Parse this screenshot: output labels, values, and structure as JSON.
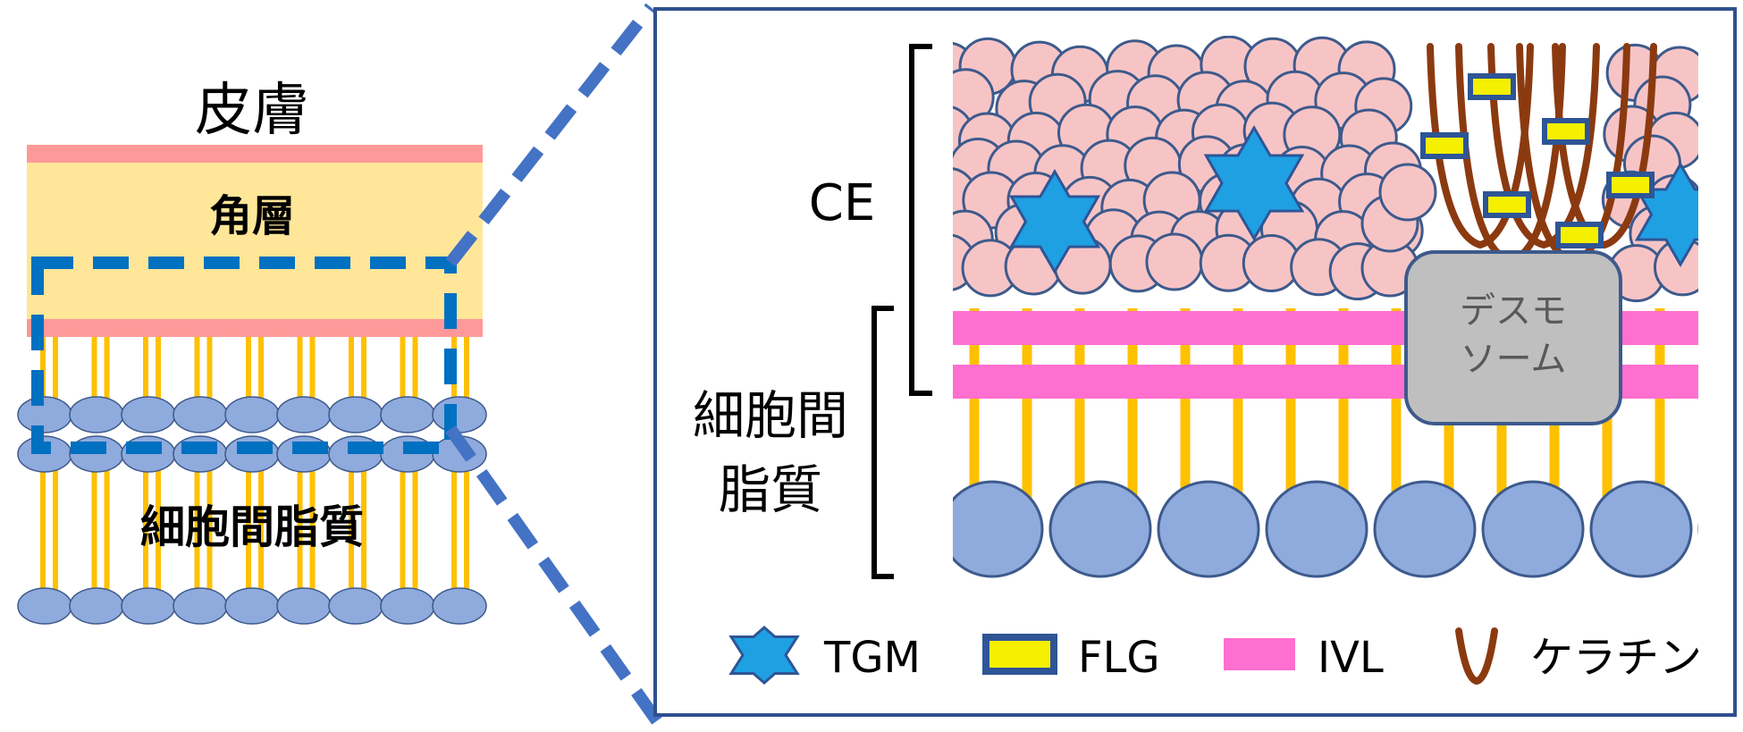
{
  "labels": {
    "skin": "皮膚",
    "stratum_corneum": "角層",
    "intercellular_lipid_left": "細胞間脂質",
    "ce": "CE",
    "intercellular_lipid_line1": "細胞間",
    "intercellular_lipid_line2": "脂質",
    "desmosome_line1": "デスモ",
    "desmosome_line2": "ソーム"
  },
  "legend": [
    {
      "id": "tgm",
      "label": "TGM",
      "icon": "star-icon"
    },
    {
      "id": "flg",
      "label": "FLG",
      "icon": "yellow-rect-icon"
    },
    {
      "id": "ivl",
      "label": "IVL",
      "icon": "pink-bar-icon"
    },
    {
      "id": "keratin",
      "label": "ケラチン",
      "icon": "keratin-v-icon"
    }
  ],
  "colors": {
    "bead_fill": "#f7c4c6",
    "bead_stroke": "#3d5a8c",
    "star_fill": "#1ea0e3",
    "flg_fill": "#f5f000",
    "flg_stroke": "#2e5596",
    "ivl_fill": "#ff6fcf",
    "keratin": "#8b3a10",
    "lipid_head": "#8faadc",
    "lipid_tail": "#ffc000",
    "corneum": "#ffe699",
    "corneum_edge": "#ff9999",
    "zoom_dash": "#4472c4",
    "desmosome_fill": "#bfbfbf"
  }
}
